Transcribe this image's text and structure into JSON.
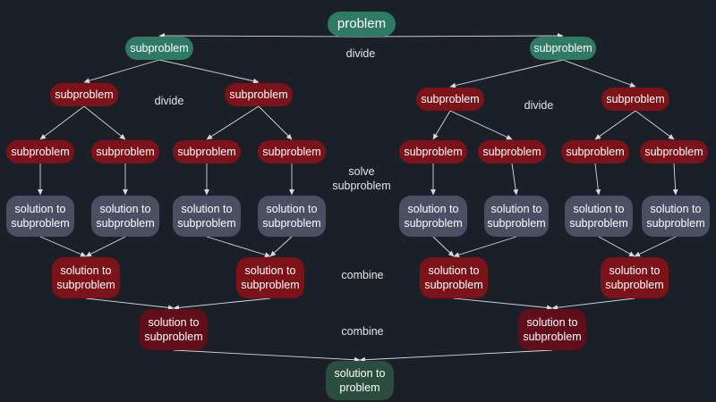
{
  "colors": {
    "background": "#1b1f28",
    "problem": "#2e7a62",
    "subproblem": "#7c1319",
    "solved": "#4a4f63",
    "combined": "#7c1319",
    "combined_final": "#610e1a",
    "solution": "#2a4d3f",
    "edge": "#d8dadf"
  },
  "nodes": [
    {
      "id": "root",
      "text": "problem",
      "kind": "green"
    },
    {
      "id": "sub-L",
      "text": "subproblem",
      "kind": "green"
    },
    {
      "id": "sub-R",
      "text": "subproblem",
      "kind": "green"
    },
    {
      "id": "sub-LL",
      "text": "subproblem",
      "kind": "red"
    },
    {
      "id": "sub-LR",
      "text": "subproblem",
      "kind": "red"
    },
    {
      "id": "sub-RL",
      "text": "subproblem",
      "kind": "red"
    },
    {
      "id": "sub-RR",
      "text": "subproblem",
      "kind": "red"
    },
    {
      "id": "leaf-1",
      "text": "subproblem",
      "kind": "red"
    },
    {
      "id": "leaf-2",
      "text": "subproblem",
      "kind": "red"
    },
    {
      "id": "leaf-3",
      "text": "subproblem",
      "kind": "red"
    },
    {
      "id": "leaf-4",
      "text": "subproblem",
      "kind": "red"
    },
    {
      "id": "leaf-5",
      "text": "subproblem",
      "kind": "red"
    },
    {
      "id": "leaf-6",
      "text": "subproblem",
      "kind": "red"
    },
    {
      "id": "leaf-7",
      "text": "subproblem",
      "kind": "red"
    },
    {
      "id": "leaf-8",
      "text": "subproblem",
      "kind": "red"
    },
    {
      "id": "sol-1",
      "text": "solution to\nsubproblem",
      "kind": "slate"
    },
    {
      "id": "sol-2",
      "text": "solution to\nsubproblem",
      "kind": "slate"
    },
    {
      "id": "sol-3",
      "text": "solution to\nsubproblem",
      "kind": "slate"
    },
    {
      "id": "sol-4",
      "text": "solution to\nsubproblem",
      "kind": "slate"
    },
    {
      "id": "sol-5",
      "text": "solution to\nsubproblem",
      "kind": "slate"
    },
    {
      "id": "sol-6",
      "text": "solution to\nsubproblem",
      "kind": "slate"
    },
    {
      "id": "sol-7",
      "text": "solution to\nsubproblem",
      "kind": "slate"
    },
    {
      "id": "sol-8",
      "text": "solution to\nsubproblem",
      "kind": "slate"
    },
    {
      "id": "comb-1",
      "text": "solution to\nsubproblem",
      "kind": "red"
    },
    {
      "id": "comb-2",
      "text": "solution to\nsubproblem",
      "kind": "red"
    },
    {
      "id": "comb-3",
      "text": "solution to\nsubproblem",
      "kind": "red"
    },
    {
      "id": "comb-4",
      "text": "solution to\nsubproblem",
      "kind": "red"
    },
    {
      "id": "comb2-L",
      "text": "solution to\nsubproblem",
      "kind": "dkred"
    },
    {
      "id": "comb2-R",
      "text": "solution to\nsubproblem",
      "kind": "dkred"
    },
    {
      "id": "final",
      "text": "solution to\nproblem",
      "kind": "dkgreen"
    }
  ],
  "labels": [
    {
      "id": "divide-1",
      "text": "divide"
    },
    {
      "id": "divide-2",
      "text": "divide"
    },
    {
      "id": "divide-3",
      "text": "divide"
    },
    {
      "id": "solve",
      "text": "solve\nsubproblem"
    },
    {
      "id": "combine-1",
      "text": "combine"
    },
    {
      "id": "combine-2",
      "text": "combine"
    }
  ],
  "edges": [
    [
      "root",
      "sub-L"
    ],
    [
      "root",
      "sub-R"
    ],
    [
      "sub-L",
      "sub-LL"
    ],
    [
      "sub-L",
      "sub-LR"
    ],
    [
      "sub-R",
      "sub-RL"
    ],
    [
      "sub-R",
      "sub-RR"
    ],
    [
      "sub-LL",
      "leaf-1"
    ],
    [
      "sub-LL",
      "leaf-2"
    ],
    [
      "sub-LR",
      "leaf-3"
    ],
    [
      "sub-LR",
      "leaf-4"
    ],
    [
      "sub-RL",
      "leaf-5"
    ],
    [
      "sub-RL",
      "leaf-6"
    ],
    [
      "sub-RR",
      "leaf-7"
    ],
    [
      "sub-RR",
      "leaf-8"
    ],
    [
      "leaf-1",
      "sol-1"
    ],
    [
      "leaf-2",
      "sol-2"
    ],
    [
      "leaf-3",
      "sol-3"
    ],
    [
      "leaf-4",
      "sol-4"
    ],
    [
      "leaf-5",
      "sol-5"
    ],
    [
      "leaf-6",
      "sol-6"
    ],
    [
      "leaf-7",
      "sol-7"
    ],
    [
      "leaf-8",
      "sol-8"
    ],
    [
      "sol-1",
      "comb-1"
    ],
    [
      "sol-2",
      "comb-1"
    ],
    [
      "sol-3",
      "comb-2"
    ],
    [
      "sol-4",
      "comb-2"
    ],
    [
      "sol-5",
      "comb-3"
    ],
    [
      "sol-6",
      "comb-3"
    ],
    [
      "sol-7",
      "comb-4"
    ],
    [
      "sol-8",
      "comb-4"
    ],
    [
      "comb-1",
      "comb2-L"
    ],
    [
      "comb-2",
      "comb2-L"
    ],
    [
      "comb-3",
      "comb2-R"
    ],
    [
      "comb-4",
      "comb2-R"
    ],
    [
      "comb2-L",
      "final"
    ],
    [
      "comb2-R",
      "final"
    ]
  ]
}
